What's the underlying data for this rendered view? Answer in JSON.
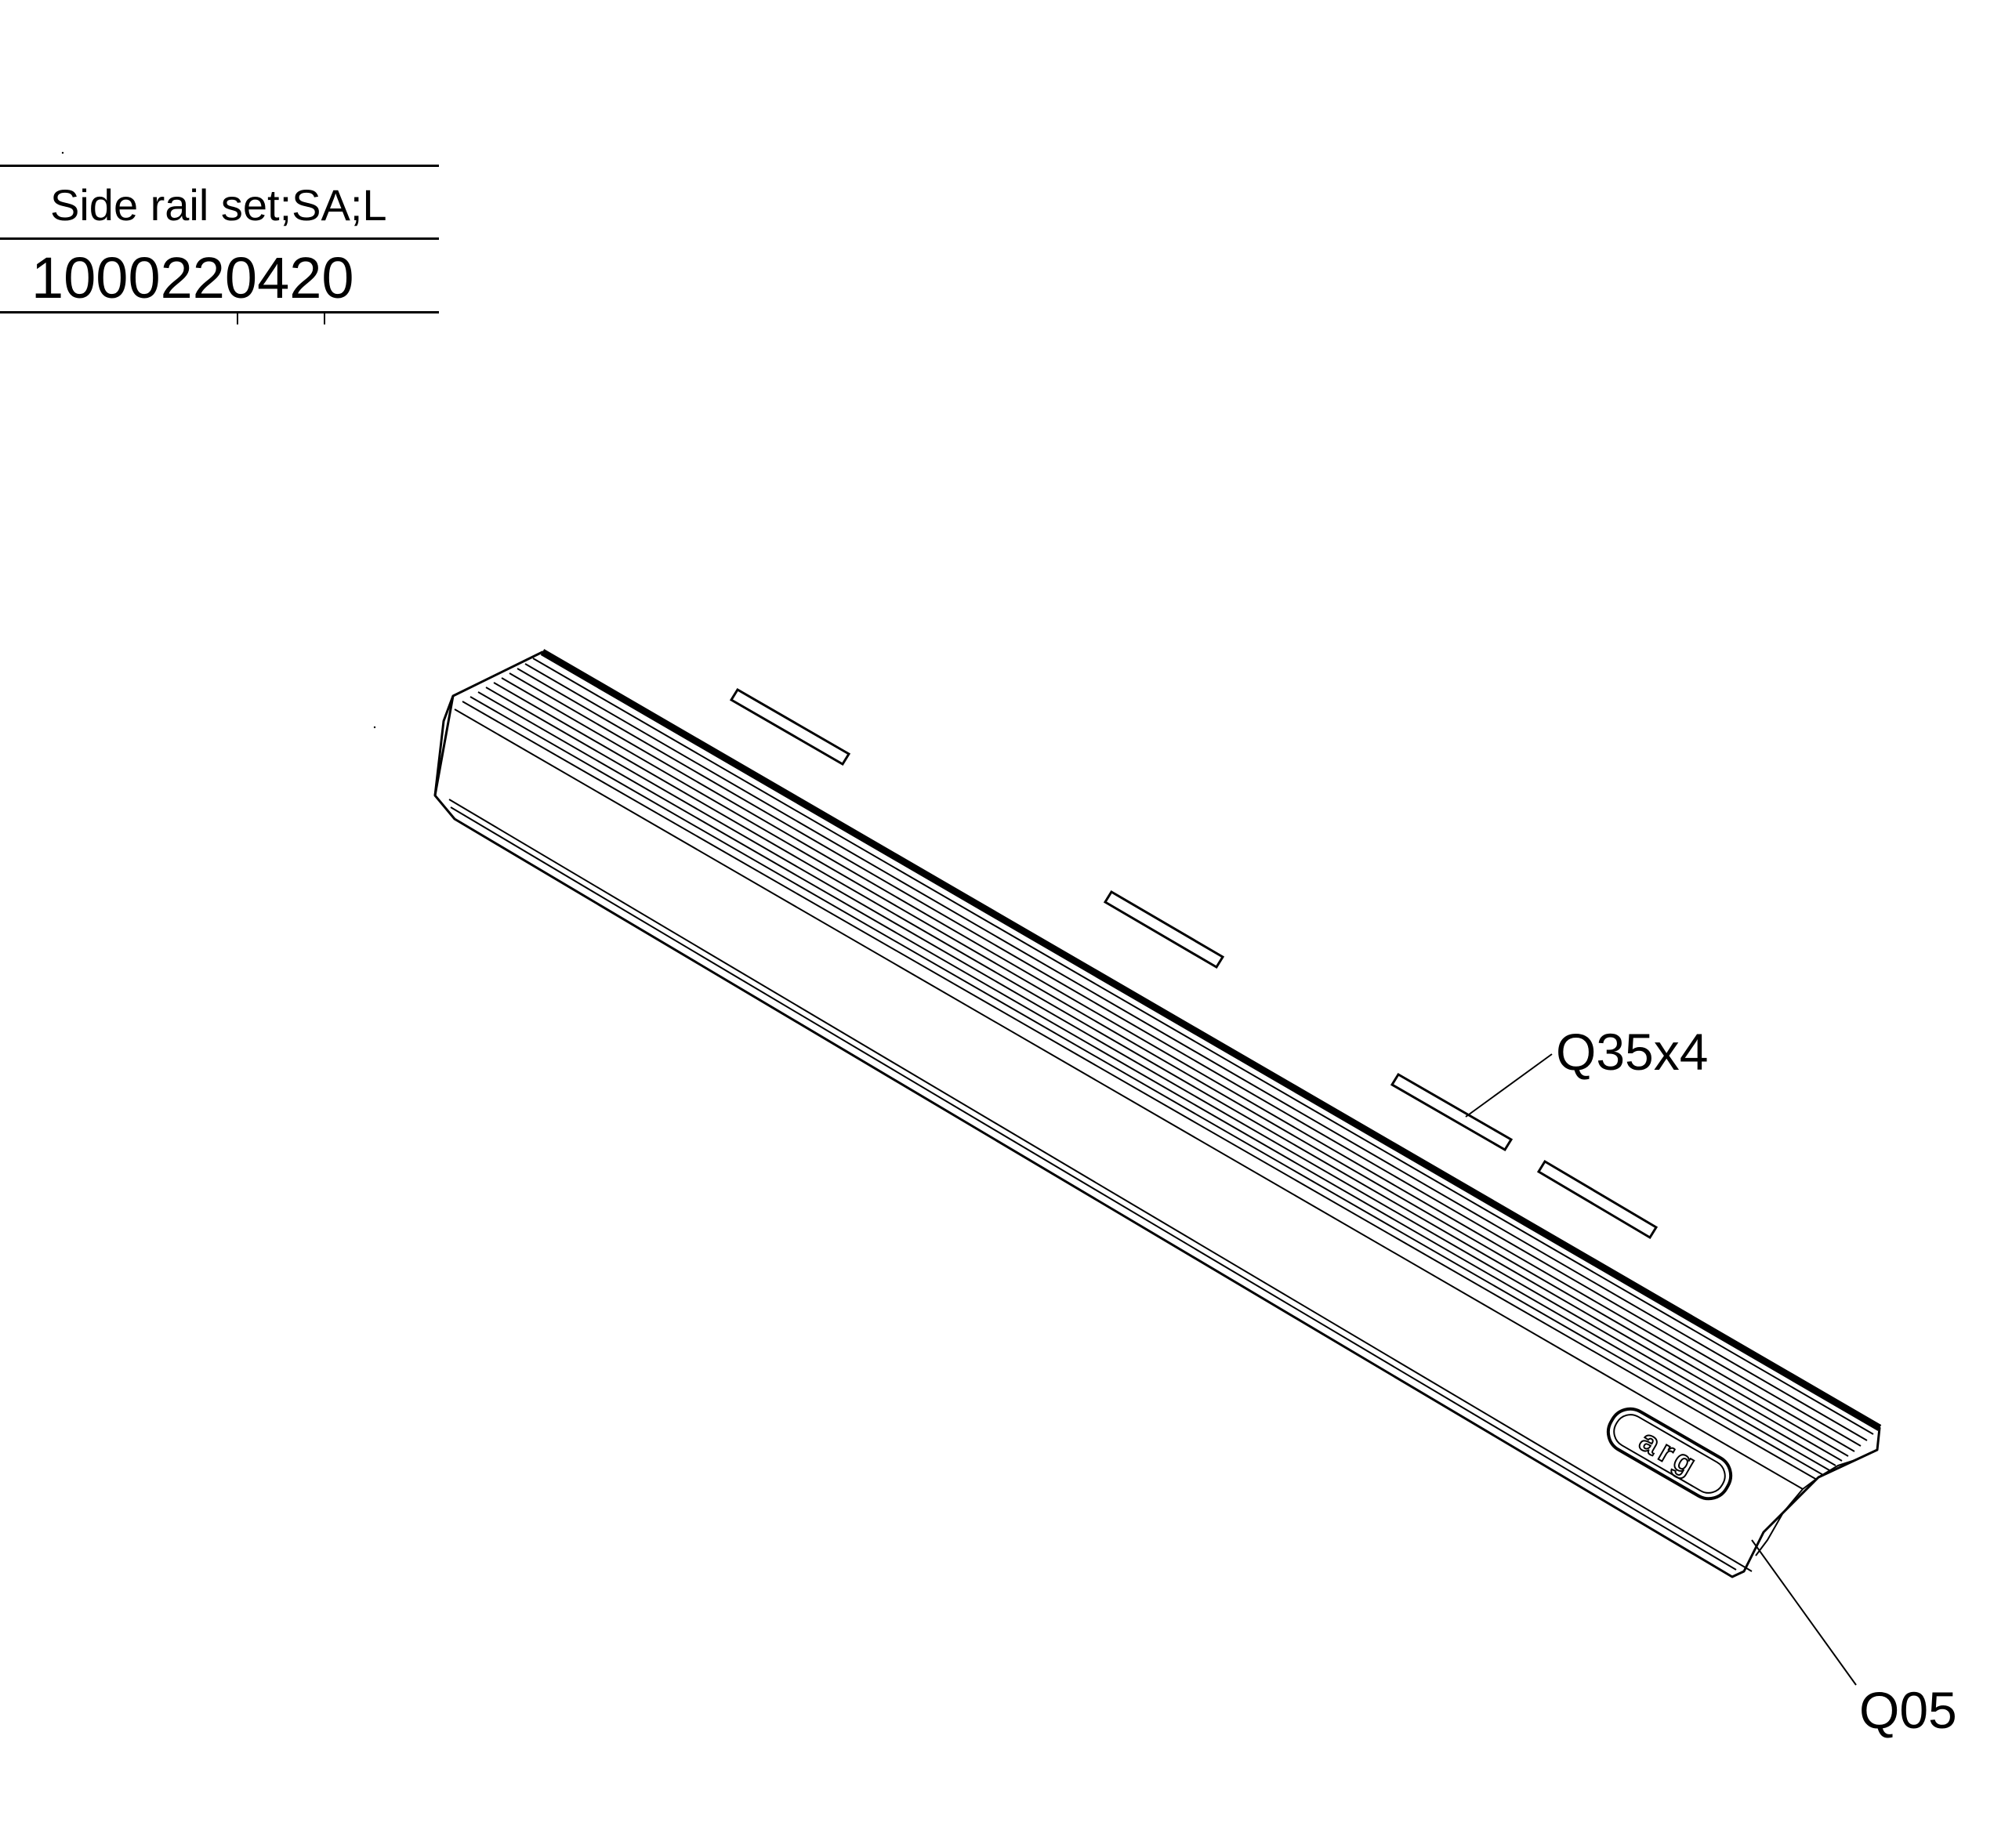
{
  "title_block": {
    "part_name": "Side rail set;SA;L",
    "part_number": "1000220420"
  },
  "callouts": [
    {
      "label": "Q35x4"
    },
    {
      "label": "Q05"
    }
  ],
  "logo": {
    "text": "arg"
  },
  "colors": {
    "ink": "#000000",
    "paper": "#ffffff"
  }
}
